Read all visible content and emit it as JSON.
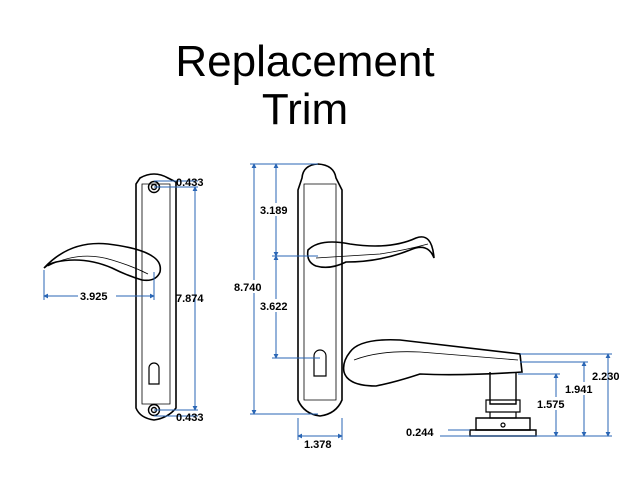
{
  "title": {
    "line1": "Replacement",
    "line2": "Trim"
  },
  "accent_color": "#2a66b5",
  "front_view": {
    "top_hole_offset": "0.433",
    "lever_length": "3.925",
    "hole_spacing": "7.874",
    "bottom_hole_offset": "0.433"
  },
  "side_view": {
    "top_to_lever": "3.189",
    "overall_height": "8.740",
    "lever_to_cylinder": "3.622",
    "plate_width": "1.378"
  },
  "lever_profile": {
    "base_height": "0.244",
    "height_1": "1.575",
    "height_2": "1.941",
    "overall_height": "2.230"
  }
}
